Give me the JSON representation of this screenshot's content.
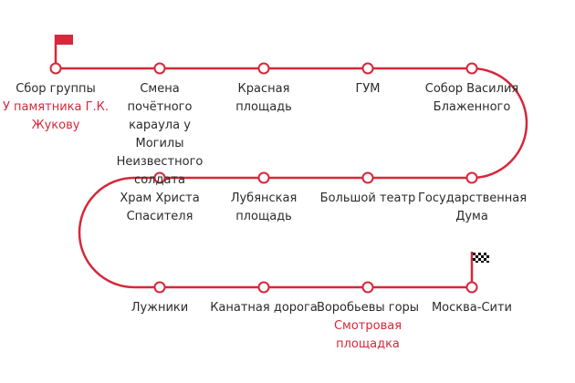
{
  "route": {
    "line_color": "#d5283a",
    "note_color": "#d5283a",
    "text_color": "#2b2b2b",
    "start_icon": "red-flag-icon",
    "finish_icon": "checkered-flag-icon",
    "rows": [
      {
        "stops": [
          {
            "name": "Сбор группы",
            "note": "У памятника Г.К. Жукову"
          },
          {
            "name": "Смена почётного караула у Могилы Неизвестного солдата",
            "note": ""
          },
          {
            "name": "Красная площадь",
            "note": ""
          },
          {
            "name": "ГУМ",
            "note": ""
          },
          {
            "name": "Собор Василия Блаженного",
            "note": ""
          }
        ]
      },
      {
        "stops": [
          {
            "name": "Храм Христа Спасителя",
            "note": ""
          },
          {
            "name": "Лубянская площадь",
            "note": ""
          },
          {
            "name": "Большой театр",
            "note": ""
          },
          {
            "name": "Государственная Дума",
            "note": ""
          }
        ]
      },
      {
        "stops": [
          {
            "name": "Лужники",
            "note": ""
          },
          {
            "name": "Канатная дорога",
            "note": ""
          },
          {
            "name": "Воробьевы горы",
            "note": "Смотровая площадка"
          },
          {
            "name": "Москва-Сити",
            "note": ""
          }
        ]
      }
    ]
  }
}
